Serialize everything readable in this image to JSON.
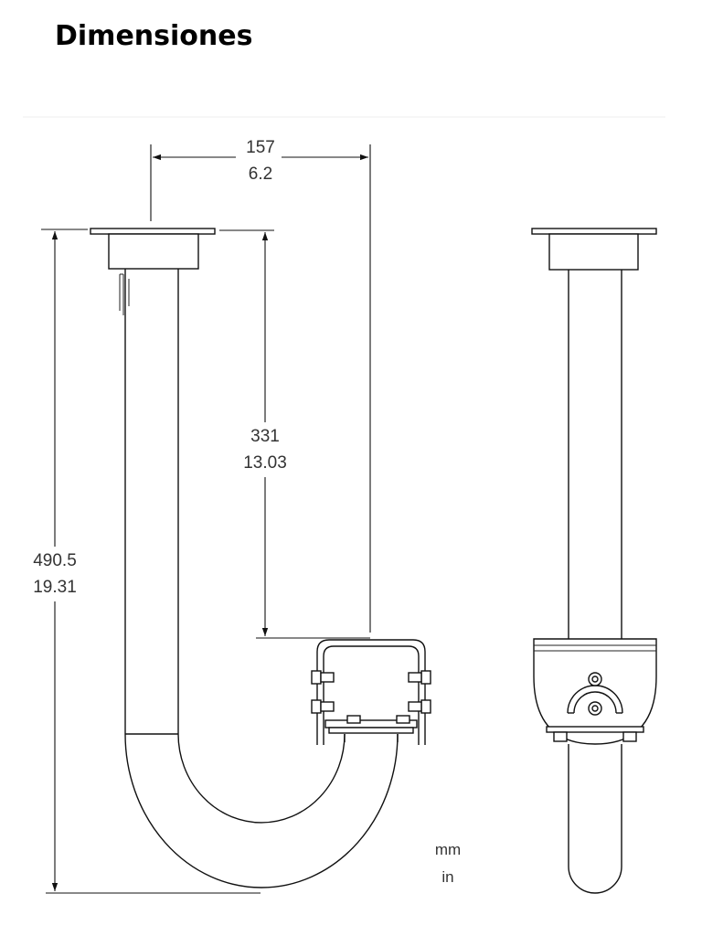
{
  "page": {
    "title": "Dimensiones"
  },
  "dimensions": {
    "width_mm": "157",
    "width_in": "6.2",
    "drop_mm": "331",
    "drop_in": "13.03",
    "height_mm": "490.5",
    "height_in": "19.31"
  },
  "units": {
    "metric": "mm",
    "imperial": "in"
  },
  "colors": {
    "line": "#111111",
    "text": "#333333",
    "background": "#ffffff"
  }
}
